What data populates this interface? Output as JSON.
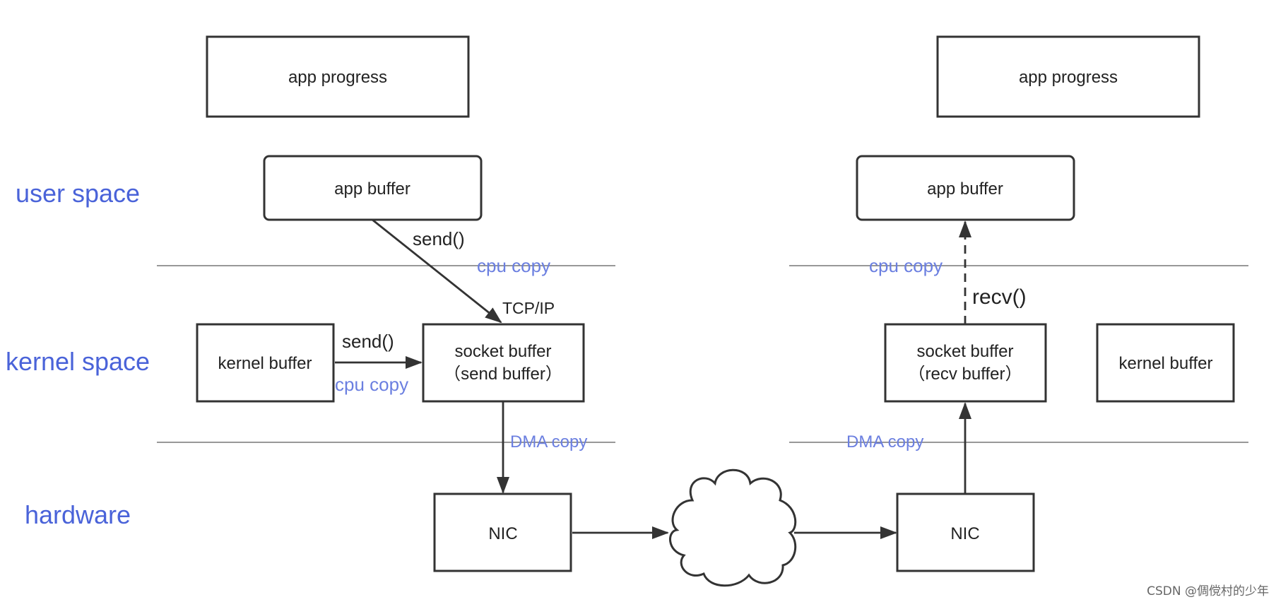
{
  "layers": {
    "user_space": "user space",
    "kernel_space": "kernel space",
    "hardware": "hardware"
  },
  "sender": {
    "app_progress": "app progress",
    "app_buffer": "app buffer",
    "kernel_buffer": "kernel buffer",
    "socket_buffer_line1": "socket buffer",
    "socket_buffer_line2": "（send buffer）",
    "nic": "NIC",
    "send_from_app": "send()",
    "send_from_kernel": "send()",
    "tcp_ip": "TCP/IP",
    "cpu_copy_user": "cpu copy",
    "cpu_copy_kernel": "cpu copy",
    "dma_copy": "DMA copy"
  },
  "receiver": {
    "app_progress": "app progress",
    "app_buffer": "app buffer",
    "kernel_buffer": "kernel buffer",
    "socket_buffer_line1": "socket buffer",
    "socket_buffer_line2": "（recv buffer）",
    "nic": "NIC",
    "recv": "recv()",
    "cpu_copy": "cpu copy",
    "dma_copy": "DMA copy"
  },
  "watermark": "CSDN @倜傥村的少年",
  "colors": {
    "layer_label": "#4a63d9",
    "copy_label": "#6b7fe0",
    "stroke": "#333333",
    "divider": "#777777"
  }
}
